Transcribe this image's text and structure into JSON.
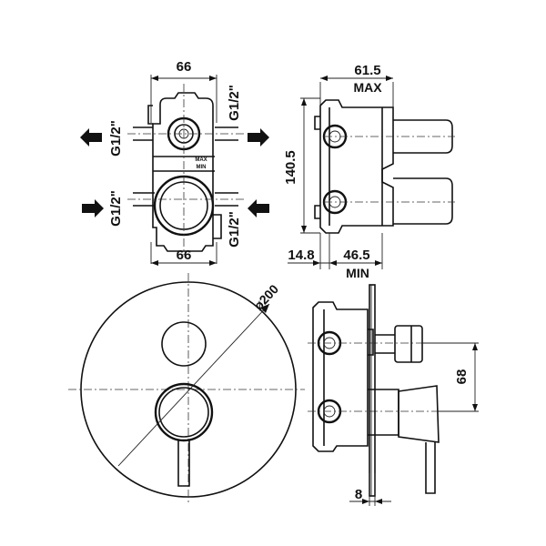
{
  "dimensions": {
    "top_width": "66",
    "bottom_width": "66",
    "max_depth": "61.5",
    "max_label": "MAX",
    "height": "140.5",
    "offset_left": "14.8",
    "min_depth": "46.5",
    "min_label": "MIN",
    "diameter": "ø200",
    "lever_offset": "68",
    "plate_thickness": "8"
  },
  "connections": {
    "outlet_left_top": "G1/2\"",
    "outlet_right_top": "G1/2\"",
    "inlet_left_bottom": "G1/2\"",
    "inlet_right_bottom": "G1/2\""
  },
  "body_markings": {
    "max": "MAX",
    "min": "MIN"
  },
  "icons": {
    "outlet_arrows": "arrow-outward-icon",
    "inlet_arrows": "arrow-inward-icon"
  }
}
